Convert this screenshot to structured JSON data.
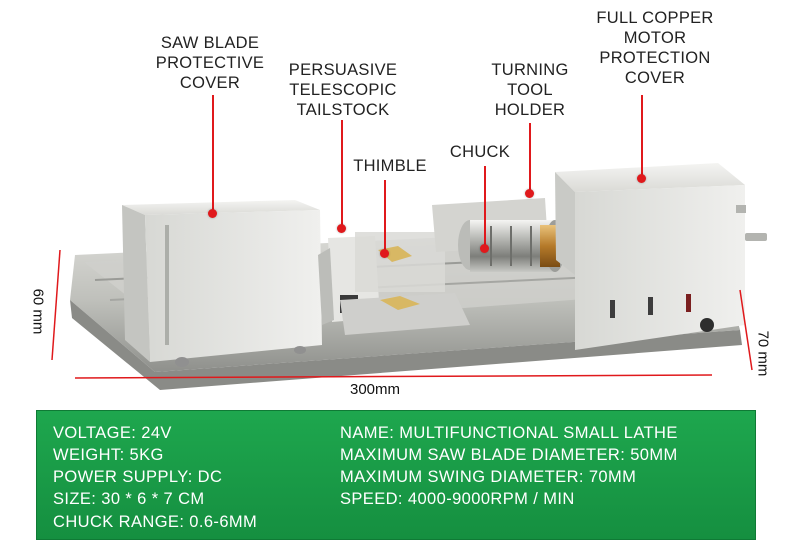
{
  "callouts": {
    "saw_blade_cover": "SAW BLADE\nPROTECTIVE\nCOVER",
    "tailstock": "PERSUASIVE\nTELESCOPIC\nTAILSTOCK",
    "thimble": "THIMBLE",
    "turning_tool_holder": "TURNING\nTOOL\nHOLDER",
    "chuck": "CHUCK",
    "motor_cover": "FULL COPPER\nMOTOR\nPROTECTION\nCOVER"
  },
  "dimensions": {
    "height": "60 mm",
    "length": "300mm",
    "width": "70 mm"
  },
  "specs": {
    "left": [
      "VOLTAGE: 24V",
      "WEIGHT: 5KG",
      "POWER SUPPLY: DC",
      "SIZE: 30 * 6 * 7 CM",
      "CHUCK RANGE: 0.6-6MM"
    ],
    "right": [
      "NAME: MULTIFUNCTIONAL SMALL LATHE",
      "MAXIMUM SAW BLADE DIAMETER: 50MM",
      "MAXIMUM SWING DIAMETER: 70MM",
      "SPEED: 4000-9000RPM / MIN"
    ]
  },
  "colors": {
    "accent_red": "#e0191c",
    "panel_green": "#1ea74e",
    "metal_light": "#e3e4e2",
    "metal_shadow": "#a9aaa6"
  }
}
